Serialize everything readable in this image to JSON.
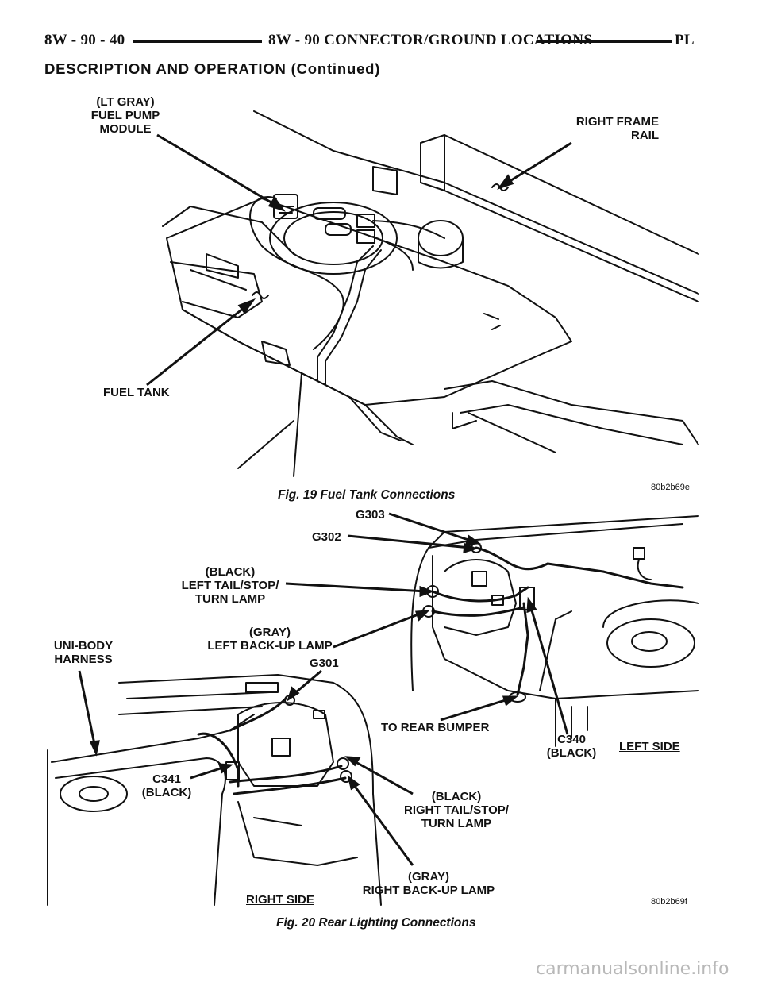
{
  "header": {
    "page_number": "8W - 90 - 40",
    "chapter_title": "8W - 90 CONNECTOR/GROUND LOCATIONS",
    "model_code": "PL"
  },
  "section_title": "DESCRIPTION AND OPERATION (Continued)",
  "figure19": {
    "labels": {
      "fuel_pump_module": "(LT GRAY)\nFUEL PUMP\nMODULE",
      "right_frame_rail": "RIGHT FRAME\nRAIL",
      "fuel_tank": "FUEL TANK"
    },
    "image_code": "80b2b69e",
    "caption": "Fig. 19 Fuel Tank Connections"
  },
  "figure20": {
    "labels": {
      "g303": "G303",
      "g302": "G302",
      "left_tail_stop_turn": "(BLACK)\nLEFT TAIL/STOP/\nTURN LAMP",
      "left_backup": "(GRAY)\nLEFT BACK-UP LAMP",
      "uni_body_harness": "UNI-BODY\nHARNESS",
      "g301": "G301",
      "to_rear_bumper": "TO REAR BUMPER",
      "c340": "C340\n(BLACK)",
      "left_side": "LEFT SIDE",
      "c341": "C341\n(BLACK)",
      "right_tail_stop_turn": "(BLACK)\nRIGHT TAIL/STOP/\nTURN LAMP",
      "right_backup": "(GRAY)\nRIGHT BACK-UP LAMP",
      "right_side": "RIGHT SIDE"
    },
    "image_code": "80b2b69f",
    "caption": "Fig. 20 Rear Lighting Connections"
  },
  "watermark": "carmanualsonline.info"
}
